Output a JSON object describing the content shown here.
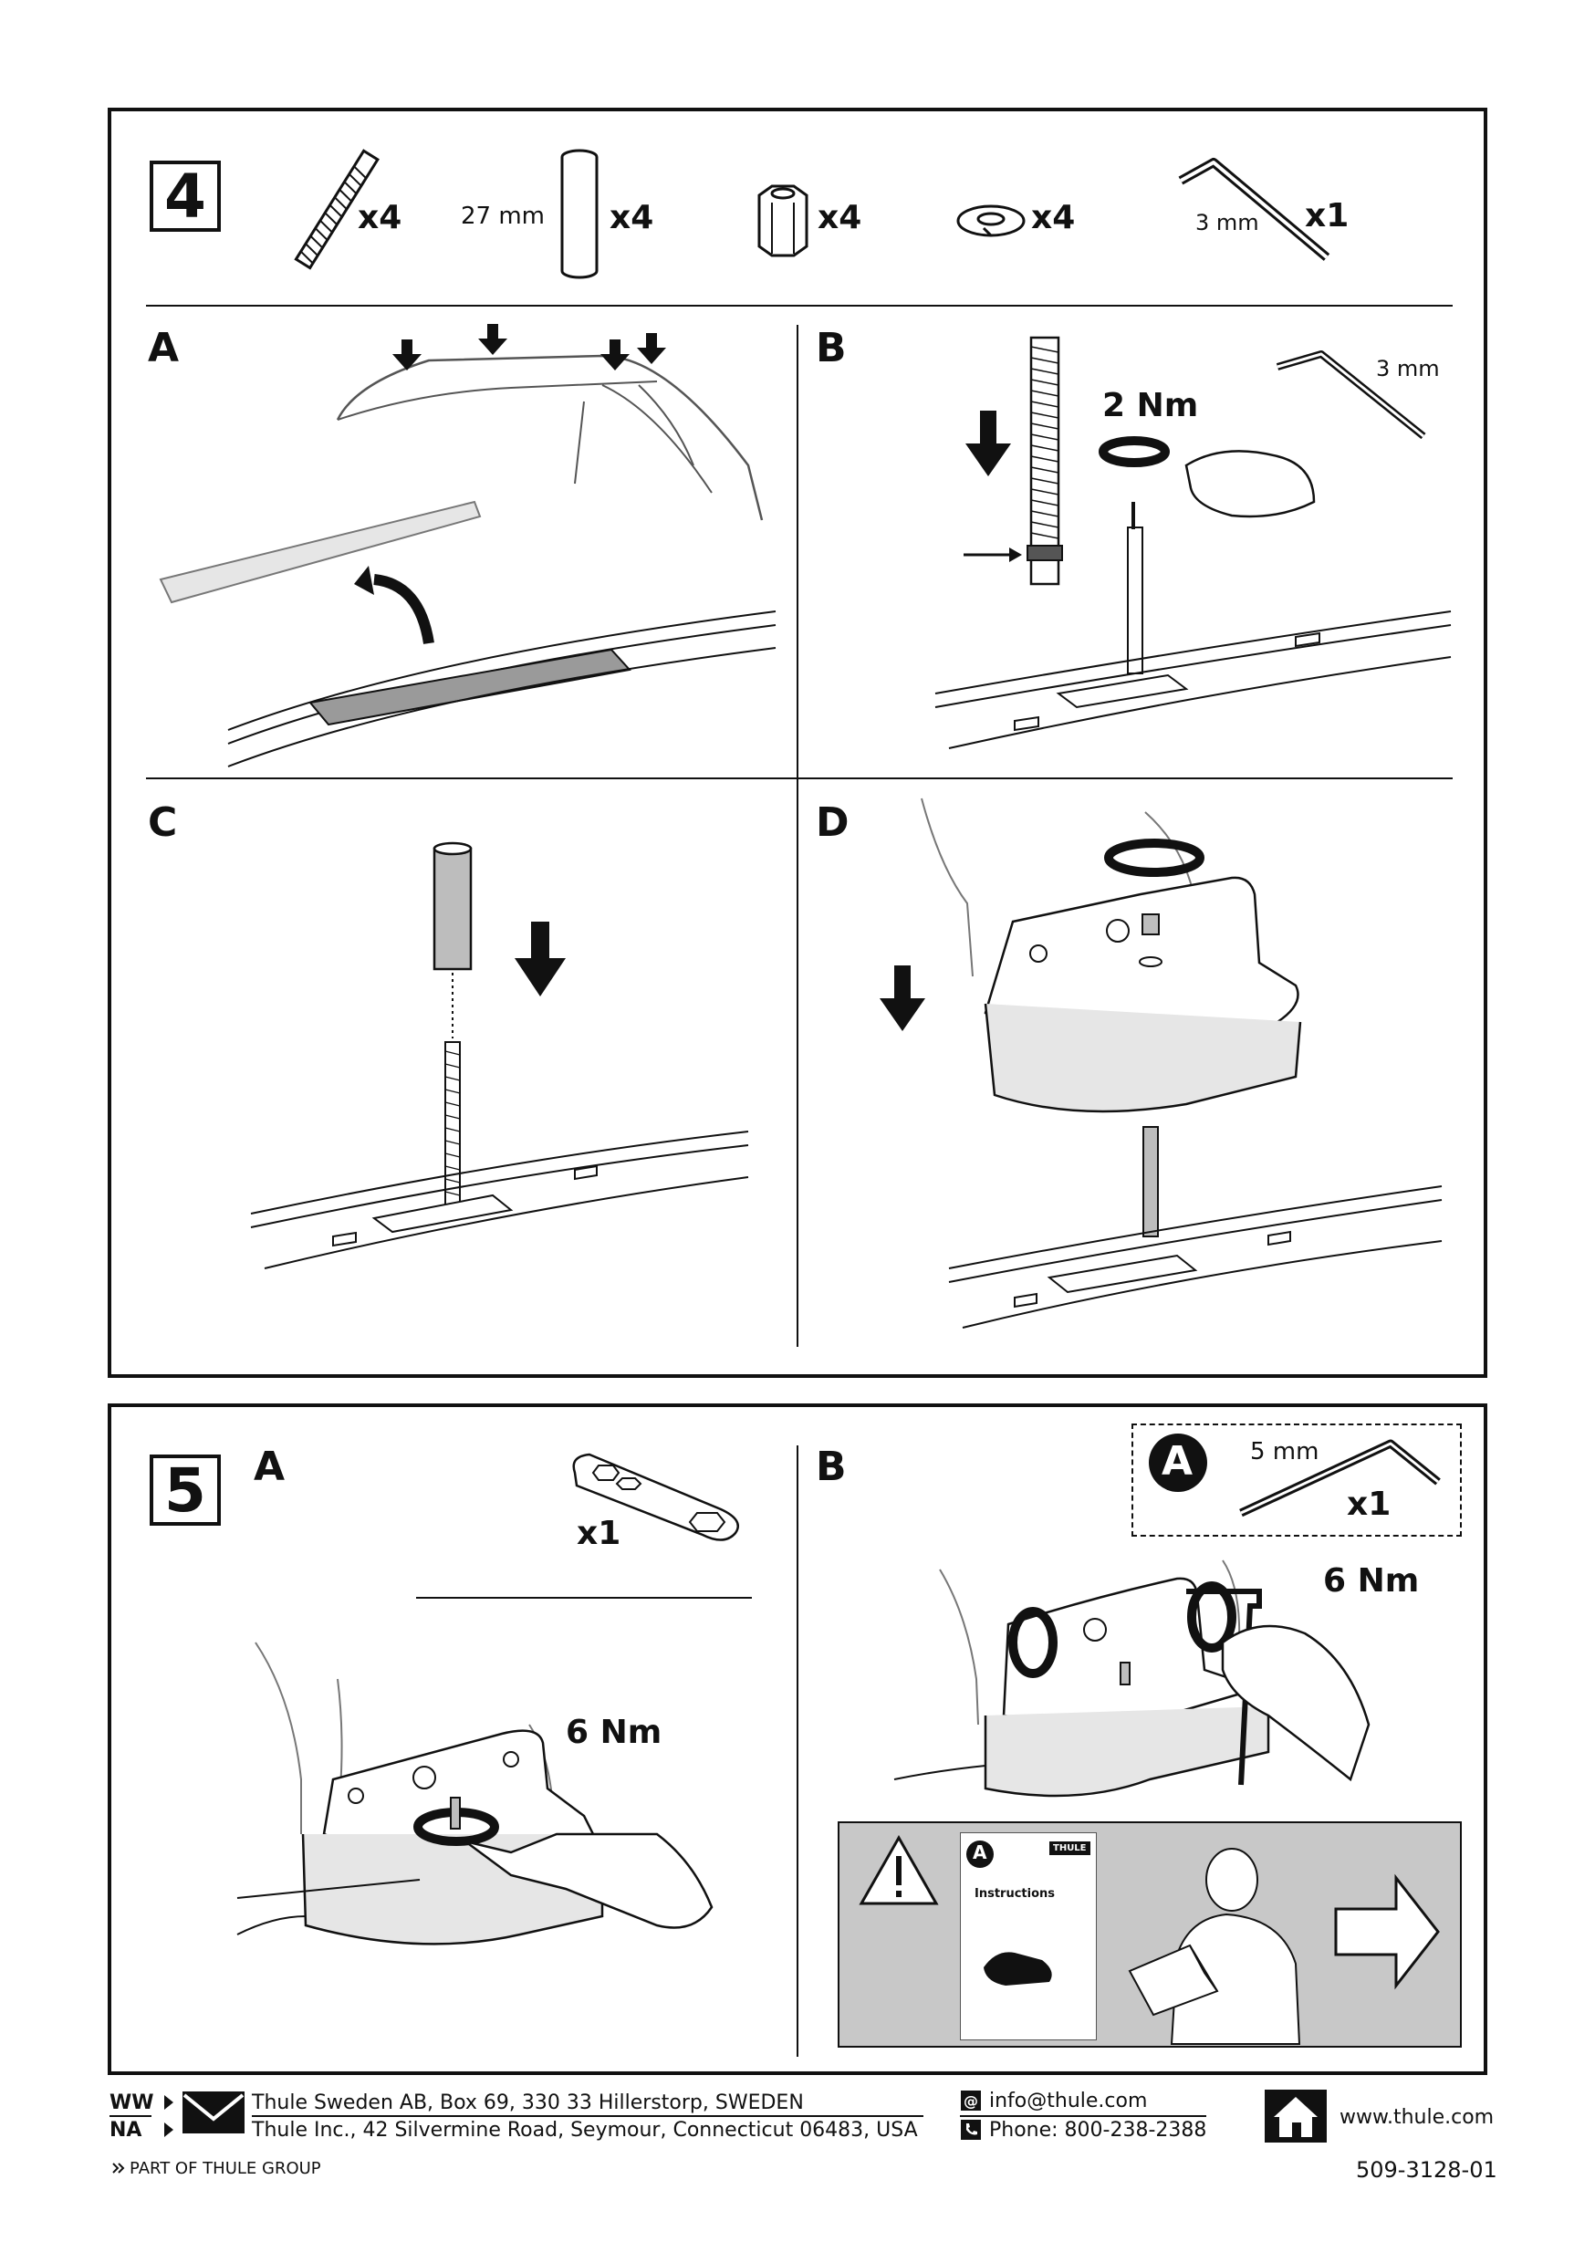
{
  "step4": {
    "number": "4",
    "parts": [
      {
        "icon": "threaded-rod-icon",
        "qty": "x4"
      },
      {
        "icon": "spacer-tube-icon",
        "size": "27 mm",
        "qty": "x4"
      },
      {
        "icon": "hex-nut-icon",
        "qty": "x4"
      },
      {
        "icon": "lock-washer-icon",
        "qty": "x4"
      },
      {
        "icon": "allen-key-icon",
        "size": "3 mm",
        "qty": "x1"
      }
    ],
    "panels": {
      "a": {
        "letter": "A"
      },
      "b": {
        "letter": "B",
        "torque": "2 Nm",
        "tool_size": "3 mm"
      },
      "c": {
        "letter": "C"
      },
      "d": {
        "letter": "D"
      }
    }
  },
  "step5": {
    "number": "5",
    "panels": {
      "a": {
        "letter": "A",
        "tool_qty": "x1",
        "torque": "6 Nm"
      },
      "b": {
        "letter": "B",
        "torque": "6 Nm",
        "badge": "A",
        "tool_size": "5 mm",
        "tool_qty": "x1"
      }
    },
    "info": {
      "badge": "A",
      "brand": "THULE",
      "doc_title": "Instructions"
    }
  },
  "footer": {
    "region_ww": "WW",
    "region_na": "NA",
    "address_ww": "Thule Sweden AB, Box 69, 330 33 Hillerstorp, SWEDEN",
    "address_na": "Thule Inc., 42 Silvermine Road, Seymour, Connecticut 06483, USA",
    "email": "info@thule.com",
    "phone": "Phone: 800-238-2388",
    "website": "www.thule.com",
    "group": "PART OF THULE GROUP",
    "doc_number": "509-3128-01"
  },
  "colors": {
    "ink": "#111111",
    "panel_grey": "#c8c8c8",
    "pad_grey": "#9a9a9a"
  }
}
